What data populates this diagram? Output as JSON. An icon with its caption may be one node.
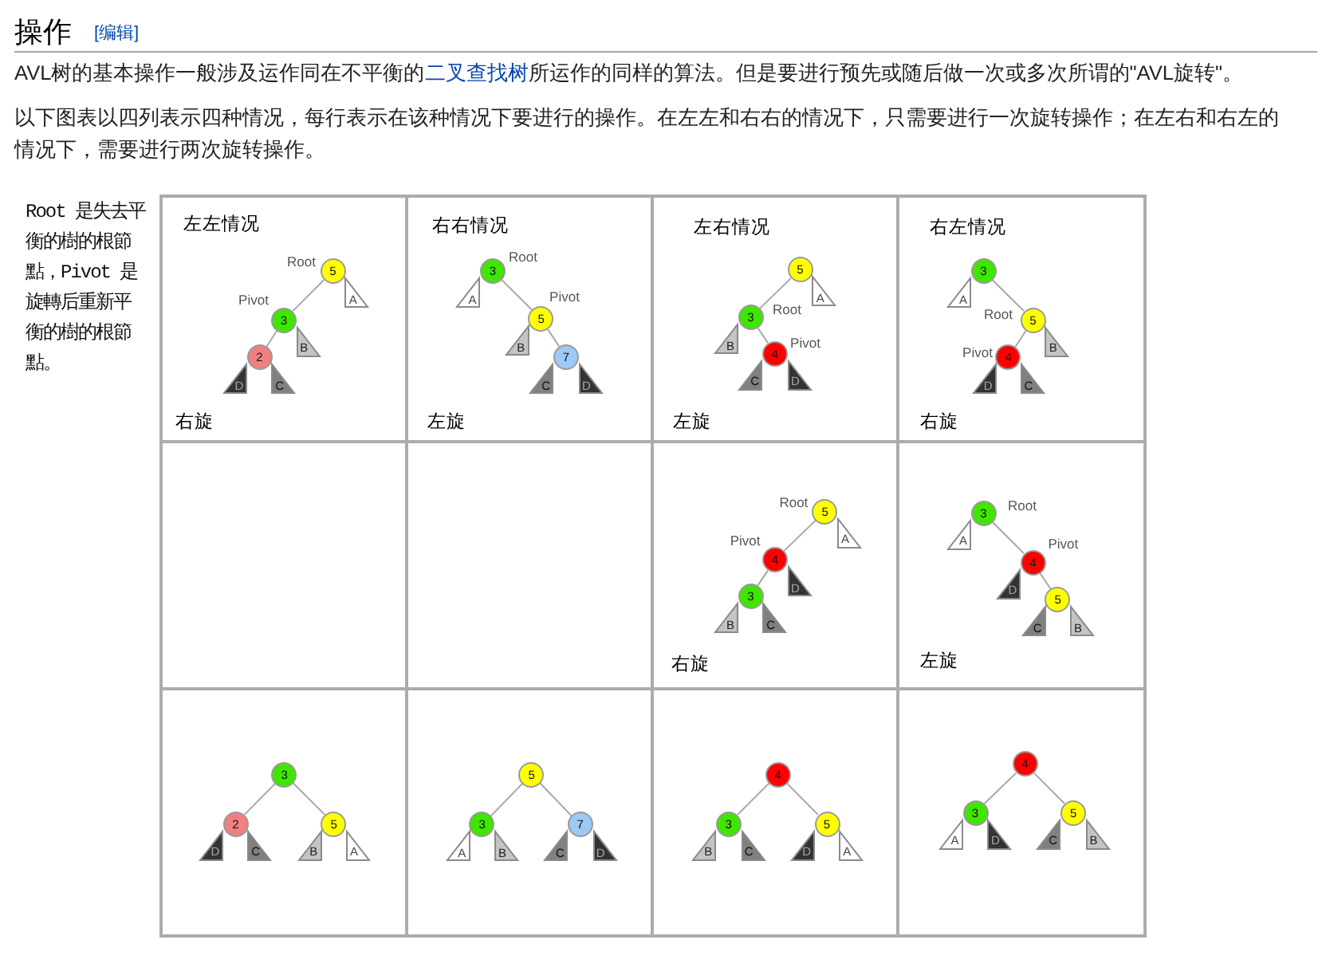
{
  "diagram": {
    "title": "操作",
    "nodes": [
      {
        "text": [
          "左左情况",
          "右旋"
        ]
      },
      {
        "text": [
          "5"
        ],
        "beside": [
          "Root"
        ],
        "in": 0
      },
      {
        "text": [
          "A"
        ],
        "in": 0
      },
      {
        "text": [
          "3"
        ],
        "beside": [
          "Pivot"
        ],
        "in": 0
      },
      {
        "text": [
          "B"
        ],
        "in": 0
      },
      {
        "text": [
          "2"
        ],
        "in": 0
      },
      {
        "text": [
          "D"
        ],
        "in": 0
      },
      {
        "text": [
          "C"
        ],
        "in": 0
      },
      {
        "text": [
          "右右情况",
          "左旋"
        ]
      },
      {
        "text": [
          "3"
        ],
        "beside": [
          "Root"
        ],
        "in": 8
      },
      {
        "text": [
          "A"
        ],
        "in": 8
      },
      {
        "text": [
          "5"
        ],
        "beside": [
          "Pivot"
        ],
        "in": 8
      },
      {
        "text": [
          "B"
        ],
        "in": 8
      },
      {
        "text": [
          "7"
        ],
        "in": 8
      },
      {
        "text": [
          "C"
        ],
        "in": 8
      },
      {
        "text": [
          "D"
        ],
        "in": 8
      },
      {
        "text": [
          "左右情况",
          "左旋"
        ]
      },
      {
        "text": [
          "5"
        ],
        "in": 16
      },
      {
        "text": [
          "A"
        ],
        "in": 16
      },
      {
        "text": [
          "3"
        ],
        "beside": [
          "Root"
        ],
        "in": 16
      },
      {
        "text": [
          "B"
        ],
        "in": 16
      },
      {
        "text": [
          "4"
        ],
        "beside": [
          "Pivot"
        ],
        "in": 16
      },
      {
        "text": [
          "C"
        ],
        "in": 16
      },
      {
        "text": [
          "D"
        ],
        "in": 16
      },
      {
        "text": [
          "右左情况",
          "右旋"
        ]
      },
      {
        "text": [
          "3"
        ],
        "in": 24
      },
      {
        "text": [
          "A"
        ],
        "in": 24
      },
      {
        "text": [
          "5"
        ],
        "beside": [
          "Root"
        ],
        "in": 24
      },
      {
        "text": [
          "B"
        ],
        "in": 24
      },
      {
        "text": [
          "4"
        ],
        "beside": [
          "Pivot"
        ],
        "in": 24
      },
      {
        "text": [
          "D"
        ],
        "in": 24
      },
      {
        "text": [
          "C"
        ],
        "in": 24
      },
      {
        "text": [],
        "shape": "box"
      },
      {
        "text": [],
        "shape": "box"
      },
      {
        "text": [
          "右旋"
        ]
      },
      {
        "text": [
          "5"
        ],
        "beside": [
          "Root"
        ],
        "in": 34
      },
      {
        "text": [
          "A"
        ],
        "in": 34
      },
      {
        "text": [
          "4"
        ],
        "beside": [
          "Pivot"
        ],
        "in": 34
      },
      {
        "text": [
          "D"
        ],
        "in": 34
      },
      {
        "text": [
          "3"
        ],
        "in": 34
      },
      {
        "text": [
          "B"
        ],
        "in": 34
      },
      {
        "text": [
          "C"
        ],
        "in": 34
      },
      {
        "text": [
          "左旋"
        ]
      },
      {
        "text": [
          "3"
        ],
        "beside": [
          "Root"
        ],
        "in": 42
      },
      {
        "text": [
          "A"
        ],
        "in": 42
      },
      {
        "text": [
          "4"
        ],
        "beside": [
          "Pivot"
        ],
        "in": 42
      },
      {
        "text": [
          "D"
        ],
        "in": 42
      },
      {
        "text": [
          "5"
        ],
        "in": 42
      },
      {
        "text": [
          "C"
        ],
        "in": 42
      },
      {
        "text": [
          "B"
        ],
        "in": 42
      },
      {
        "text": [],
        "shape": "box"
      },
      {
        "text": [
          "3"
        ],
        "in": 50
      },
      {
        "text": [
          "2"
        ],
        "in": 50
      },
      {
        "text": [
          "D"
        ],
        "in": 50
      },
      {
        "text": [
          "C"
        ],
        "in": 50
      },
      {
        "text": [
          "5"
        ],
        "in": 50
      },
      {
        "text": [
          "B"
        ],
        "in": 50
      },
      {
        "text": [
          "A"
        ],
        "in": 50
      },
      {
        "text": [],
        "shape": "box"
      },
      {
        "text": [
          "5"
        ],
        "in": 58
      },
      {
        "text": [
          "3"
        ],
        "in": 58
      },
      {
        "text": [
          "A"
        ],
        "in": 58
      },
      {
        "text": [
          "B"
        ],
        "in": 58
      },
      {
        "text": [
          "7"
        ],
        "in": 58
      },
      {
        "text": [
          "C"
        ],
        "in": 58
      },
      {
        "text": [
          "D"
        ],
        "in": 58
      },
      {
        "text": [],
        "shape": "box"
      },
      {
        "text": [
          "4"
        ],
        "in": 66
      },
      {
        "text": [
          "3"
        ],
        "in": 66
      },
      {
        "text": [
          "B"
        ],
        "in": 66
      },
      {
        "text": [
          "C"
        ],
        "in": 66
      },
      {
        "text": [
          "5"
        ],
        "in": 66
      },
      {
        "text": [
          "D"
        ],
        "in": 66
      },
      {
        "text": [
          "A"
        ],
        "in": 66
      },
      {
        "text": [],
        "shape": "box"
      },
      {
        "text": [
          "4"
        ],
        "in": 74
      },
      {
        "text": [
          "3"
        ],
        "in": 74
      },
      {
        "text": [
          "A"
        ],
        "in": 74
      },
      {
        "text": [
          "D"
        ],
        "in": 74
      },
      {
        "text": [
          "5"
        ],
        "in": 74
      },
      {
        "text": [
          "C"
        ],
        "in": 74
      },
      {
        "text": [
          "B"
        ],
        "in": 74
      }
    ],
    "edges": [
      {
        "from": 1,
        "to": 3,
        "arrow": "none"
      },
      {
        "from": 3,
        "to": 5,
        "arrow": "none"
      },
      {
        "from": 9,
        "to": 11,
        "arrow": "none"
      },
      {
        "from": 11,
        "to": 13,
        "arrow": "none"
      },
      {
        "from": 17,
        "to": 19,
        "arrow": "none"
      },
      {
        "from": 19,
        "to": 21,
        "arrow": "none"
      },
      {
        "from": 25,
        "to": 27,
        "arrow": "none"
      },
      {
        "from": 27,
        "to": 29,
        "arrow": "none"
      },
      {
        "from": 35,
        "to": 37,
        "arrow": "none"
      },
      {
        "from": 37,
        "to": 39,
        "arrow": "none"
      },
      {
        "from": 43,
        "to": 45,
        "arrow": "none"
      },
      {
        "from": 45,
        "to": 47,
        "arrow": "none"
      },
      {
        "from": 51,
        "to": 52,
        "arrow": "none"
      },
      {
        "from": 51,
        "to": 55,
        "arrow": "none"
      },
      {
        "from": 59,
        "to": 60,
        "arrow": "none"
      },
      {
        "from": 59,
        "to": 63,
        "arrow": "none"
      },
      {
        "from": 67,
        "to": 68,
        "arrow": "none"
      },
      {
        "from": 67,
        "to": 71,
        "arrow": "none"
      },
      {
        "from": 75,
        "to": 76,
        "arrow": "none"
      },
      {
        "from": 75,
        "to": 79,
        "arrow": "none"
      }
    ],
    "labels": [
      "[编辑]",
      "AVL树的基本操作一般涉及运作同在不平衡的二叉查找树所运作的同样的算法。但是要进行预先或随后做一次或多次所谓的\"AVL旋转\"。",
      "以下图表以四列表示四种情况，每行表示在该种情况下要进行的操作。在左左和右右的情况下，只需要进行一次旋转操作；在左右和右左的情况下，需要进行两次旋转操作。",
      "Root 是失去平衡的樹的根節點，Pivot 是旋轉后重新平衡的樹的根節點。"
    ]
  }
}
